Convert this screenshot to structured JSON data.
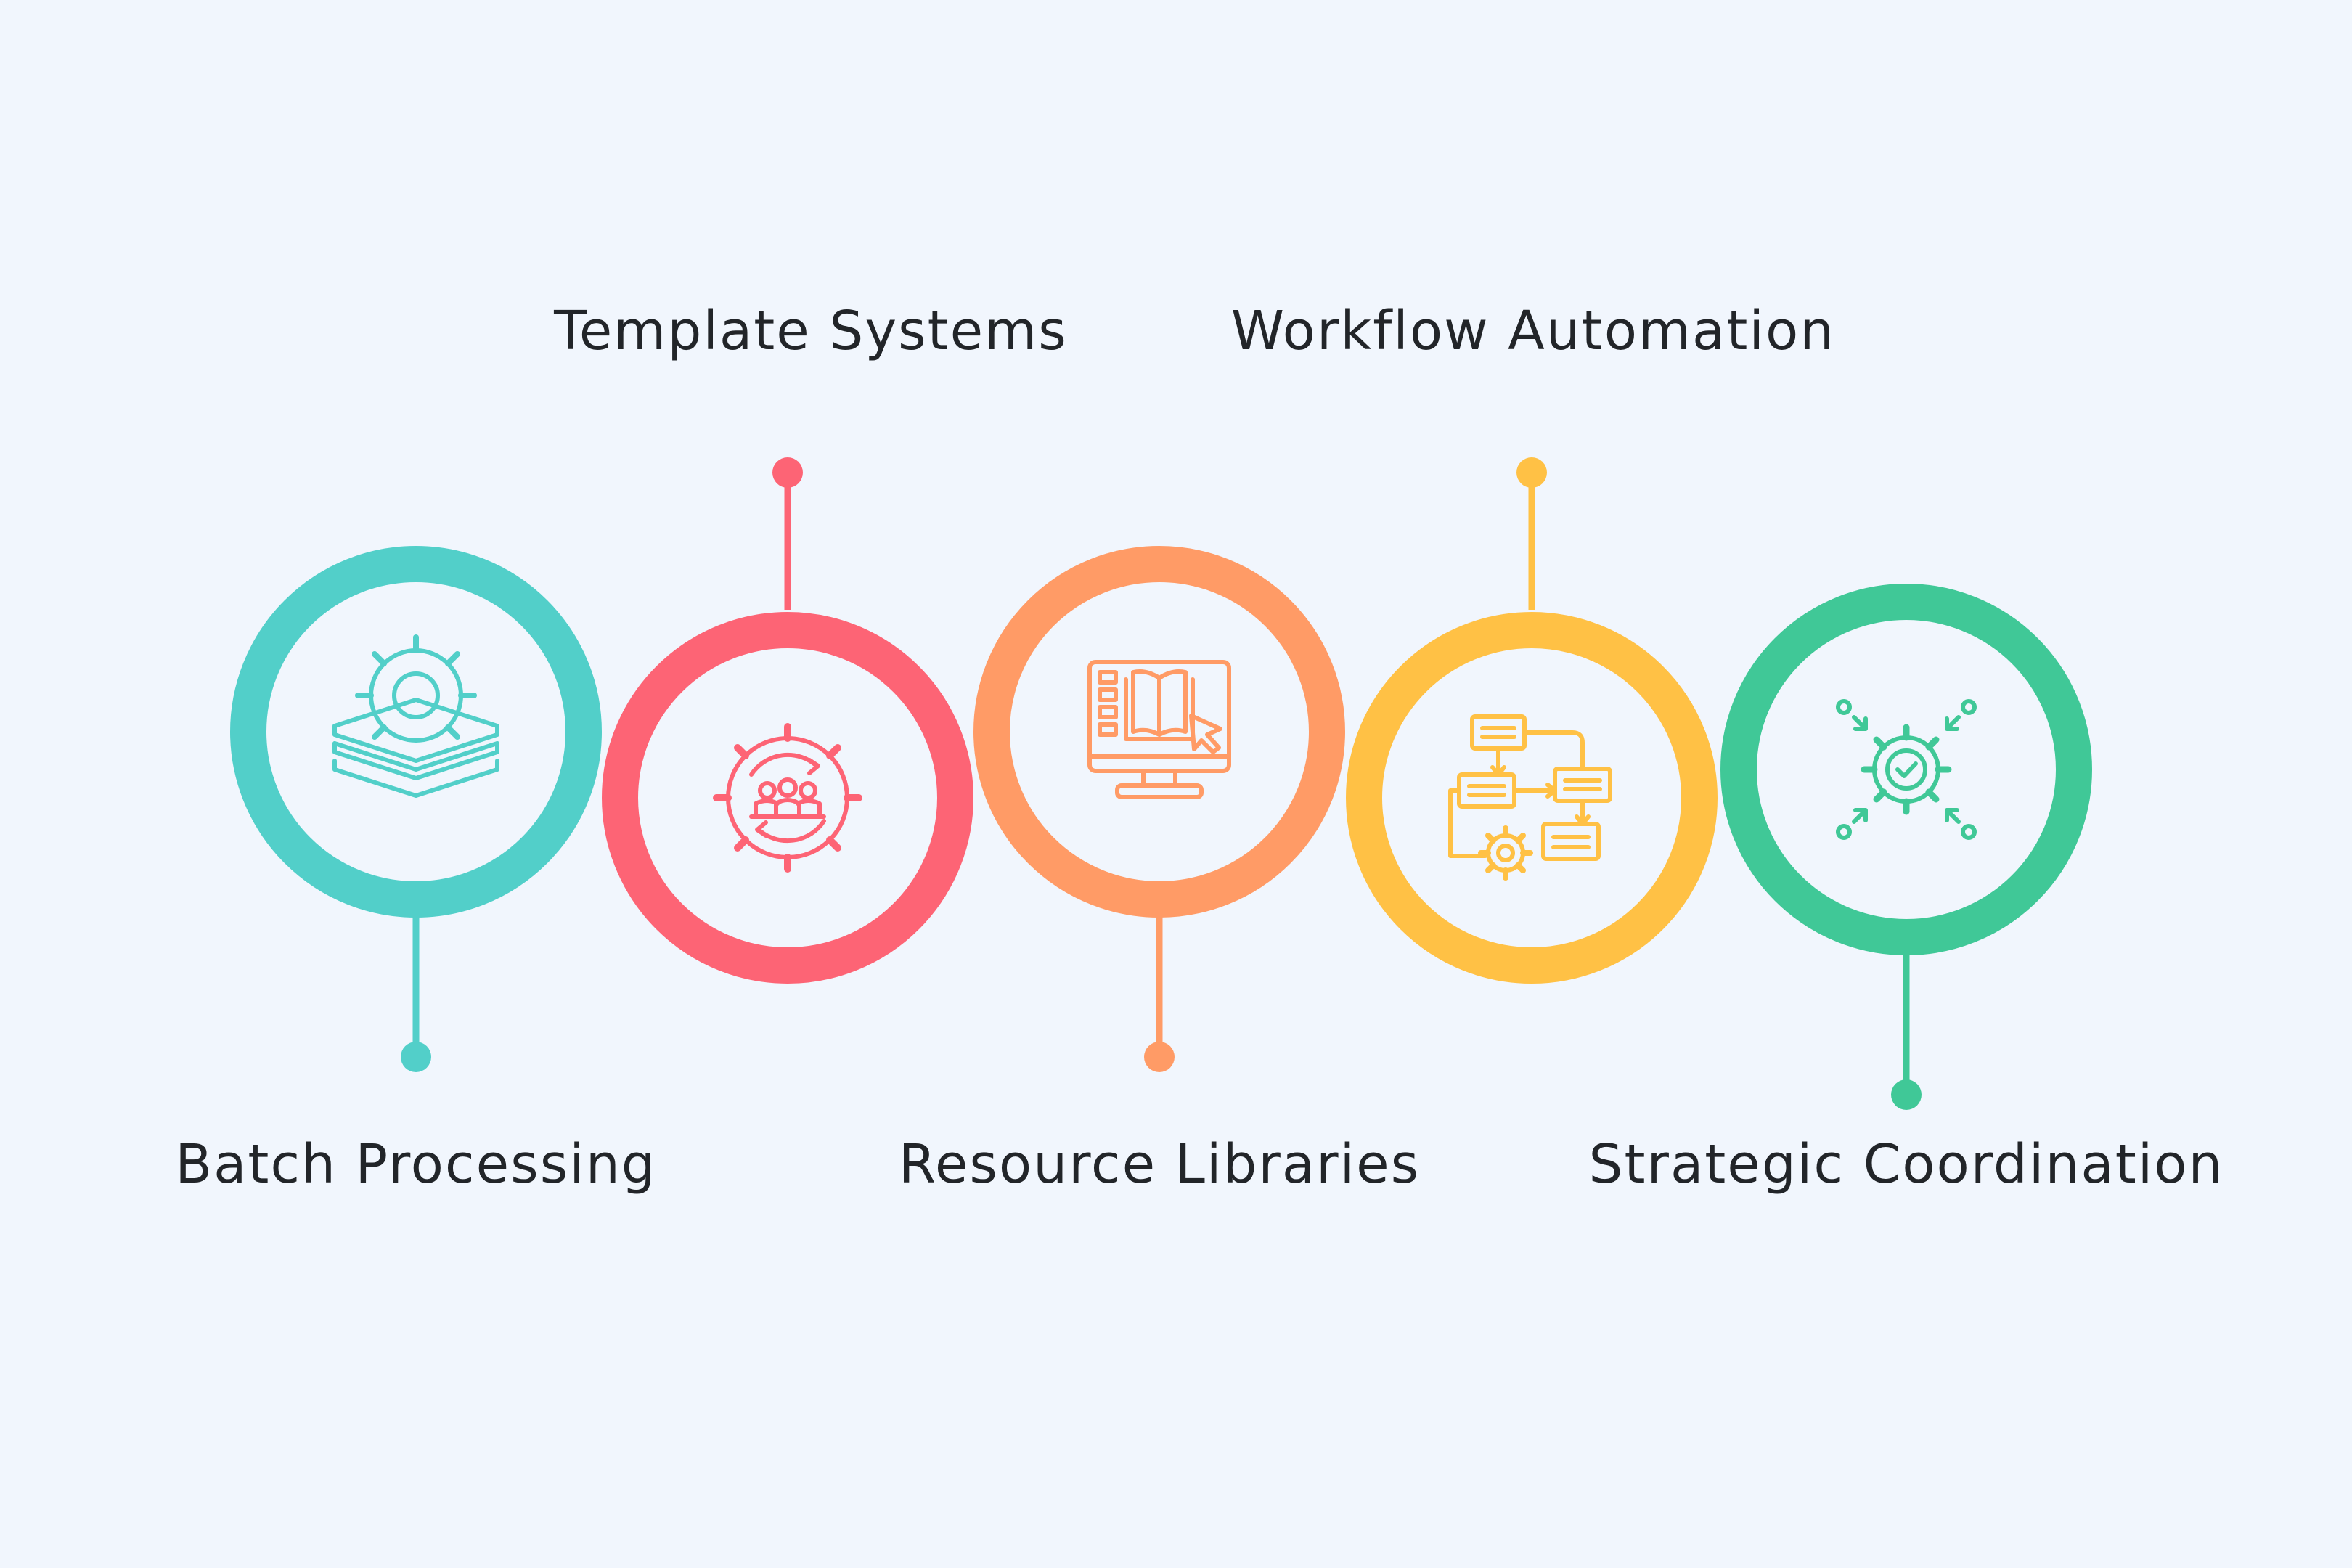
{
  "steps": [
    {
      "label": "Batch Processing",
      "color": "#52cfc9",
      "icon": "layers-gear-icon"
    },
    {
      "label": "Template Systems",
      "color": "#fd6475",
      "icon": "team-gear-cycle-icon"
    },
    {
      "label": "Resource Libraries",
      "color": "#ff9b66",
      "icon": "monitor-book-icon"
    },
    {
      "label": "Workflow Automation",
      "color": "#ffc145",
      "icon": "flowchart-gear-icon"
    },
    {
      "label": "Strategic Coordination",
      "color": "#40c897",
      "icon": "gear-check-arrows-icon"
    }
  ]
}
